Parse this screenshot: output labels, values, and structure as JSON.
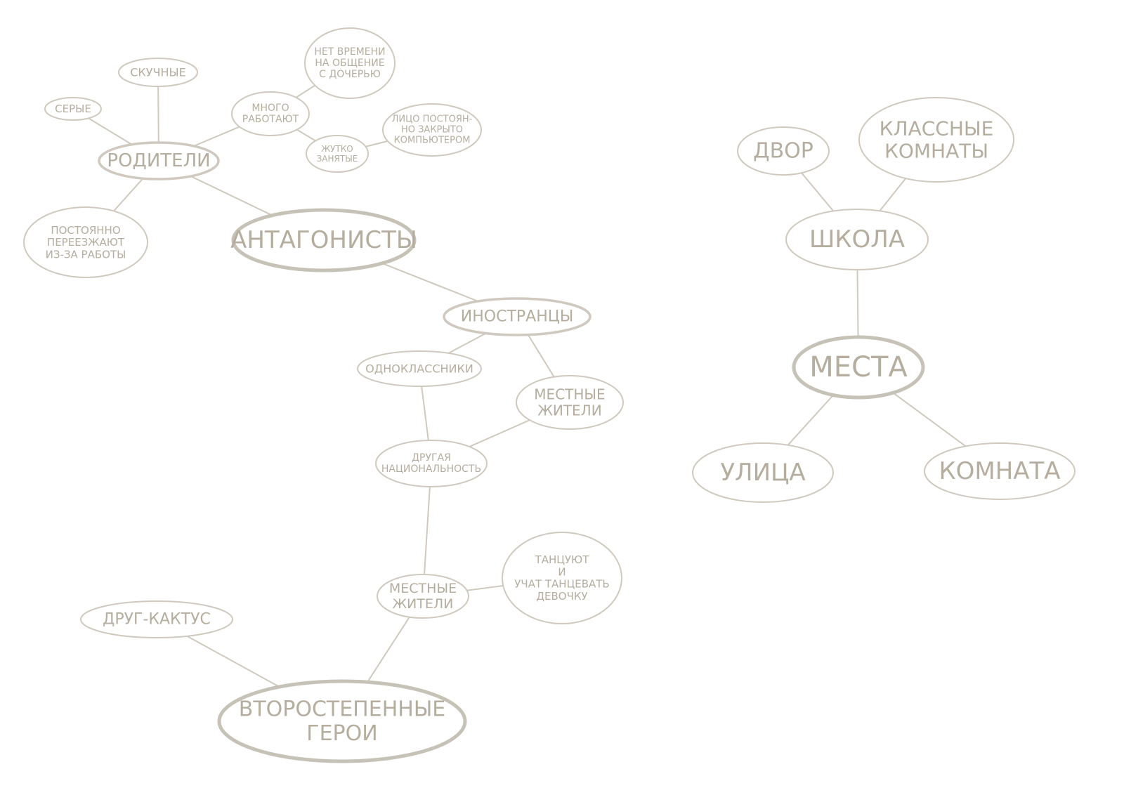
{
  "colors": {
    "line": "#cfc9bf",
    "text": "#b5ae9f",
    "background": "#ffffff"
  },
  "nodes": [
    {
      "id": "antagonisty",
      "lines": [
        "АНТАГОНИСТЫ"
      ]
    },
    {
      "id": "roditeli",
      "lines": [
        "РОДИТЕЛИ"
      ]
    },
    {
      "id": "serye",
      "lines": [
        "СЕРЫЕ"
      ]
    },
    {
      "id": "skuchnye",
      "lines": [
        "СКУЧНЫЕ"
      ]
    },
    {
      "id": "mnogo-rabotayut",
      "lines": [
        "МНОГО",
        "РАБОТАЮТ"
      ]
    },
    {
      "id": "net-vremeni",
      "lines": [
        "НЕТ ВРЕМЕНИ",
        "НА ОБЩЕНИЕ",
        "С ДОЧЕРЬЮ"
      ]
    },
    {
      "id": "zhutko-zanyatye",
      "lines": [
        "ЖУТКО",
        "ЗАНЯТЫЕ"
      ]
    },
    {
      "id": "litso-zakryto",
      "lines": [
        "ЛИЦО ПОСТОЯН-",
        "НО ЗАКРЫТО",
        "КОМПЬЮТЕРОМ"
      ]
    },
    {
      "id": "postoyanno-pereezzhayut",
      "lines": [
        "ПОСТОЯННО",
        "ПЕРЕЕЗЖАЮТ",
        "ИЗ-ЗА РАБОТЫ"
      ]
    },
    {
      "id": "inostrantsy",
      "lines": [
        "ИНОСТРАНЦЫ"
      ]
    },
    {
      "id": "odnoklassniki",
      "lines": [
        "ОДНОКЛАССНИКИ"
      ]
    },
    {
      "id": "mestnye-zhiteli-1",
      "lines": [
        "МЕСТНЫЕ",
        "ЖИТЕЛИ"
      ]
    },
    {
      "id": "drugaya-natsionalnost",
      "lines": [
        "ДРУГАЯ",
        "НАЦИОНАЛЬНОСТЬ"
      ]
    },
    {
      "id": "mestnye-zhiteli-2",
      "lines": [
        "МЕСТНЫЕ",
        "ЖИТЕЛИ"
      ]
    },
    {
      "id": "tantsuyut",
      "lines": [
        "ТАНЦУЮТ",
        "И",
        "УЧАТ ТАНЦЕВАТЬ",
        "ДЕВОЧКУ"
      ]
    },
    {
      "id": "drug-kaktus",
      "lines": [
        "ДРУГ-КАКТУС"
      ]
    },
    {
      "id": "vtorostepennye-geroi",
      "lines": [
        "ВТОРОСТЕПЕННЫЕ",
        "ГЕРОИ"
      ]
    },
    {
      "id": "mesta",
      "lines": [
        "МЕСТА"
      ]
    },
    {
      "id": "shkola",
      "lines": [
        "ШКОЛА"
      ]
    },
    {
      "id": "dvor",
      "lines": [
        "ДВОР"
      ]
    },
    {
      "id": "klassnye-komnaty",
      "lines": [
        "КЛАССНЫЕ",
        "КОМНАТЫ"
      ]
    },
    {
      "id": "ulitsa",
      "lines": [
        "УЛИЦА"
      ]
    },
    {
      "id": "komnata",
      "lines": [
        "КОМНАТА"
      ]
    }
  ],
  "edges": [
    [
      "antagonisty",
      "roditeli"
    ],
    [
      "roditeli",
      "serye"
    ],
    [
      "roditeli",
      "skuchnye"
    ],
    [
      "roditeli",
      "mnogo-rabotayut"
    ],
    [
      "roditeli",
      "postoyanno-pereezzhayut"
    ],
    [
      "mnogo-rabotayut",
      "net-vremeni"
    ],
    [
      "mnogo-rabotayut",
      "zhutko-zanyatye"
    ],
    [
      "zhutko-zanyatye",
      "litso-zakryto"
    ],
    [
      "antagonisty",
      "inostrantsy"
    ],
    [
      "inostrantsy",
      "odnoklassniki"
    ],
    [
      "inostrantsy",
      "mestnye-zhiteli-1"
    ],
    [
      "odnoklassniki",
      "drugaya-natsionalnost"
    ],
    [
      "mestnye-zhiteli-1",
      "drugaya-natsionalnost"
    ],
    [
      "drugaya-natsionalnost",
      "mestnye-zhiteli-2"
    ],
    [
      "mestnye-zhiteli-2",
      "tantsuyut"
    ],
    [
      "mestnye-zhiteli-2",
      "vtorostepennye-geroi"
    ],
    [
      "drug-kaktus",
      "vtorostepennye-geroi"
    ],
    [
      "mesta",
      "shkola"
    ],
    [
      "shkola",
      "dvor"
    ],
    [
      "shkola",
      "klassnye-komnaty"
    ],
    [
      "mesta",
      "ulitsa"
    ],
    [
      "mesta",
      "komnata"
    ]
  ]
}
